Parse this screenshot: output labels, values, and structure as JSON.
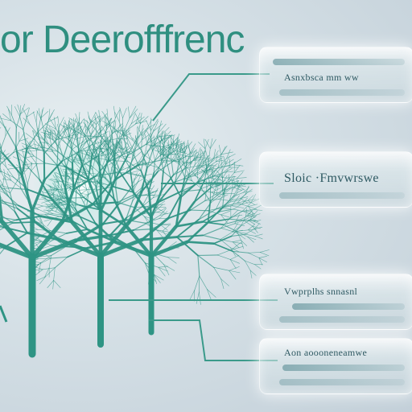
{
  "title": "or Deerofffrenc",
  "cards": [
    {
      "label": "Asnxbsca mm ww"
    },
    {
      "label": "Sloic ·Fmvwrswe"
    },
    {
      "label": "Vwprplhs snnasnl"
    },
    {
      "label": "Aon aoooneneamwe"
    }
  ],
  "colors": {
    "accent": "#2f8f80",
    "tree": "#2e9484",
    "connector": "#3a9a8a",
    "background": "#d5e0e6"
  }
}
